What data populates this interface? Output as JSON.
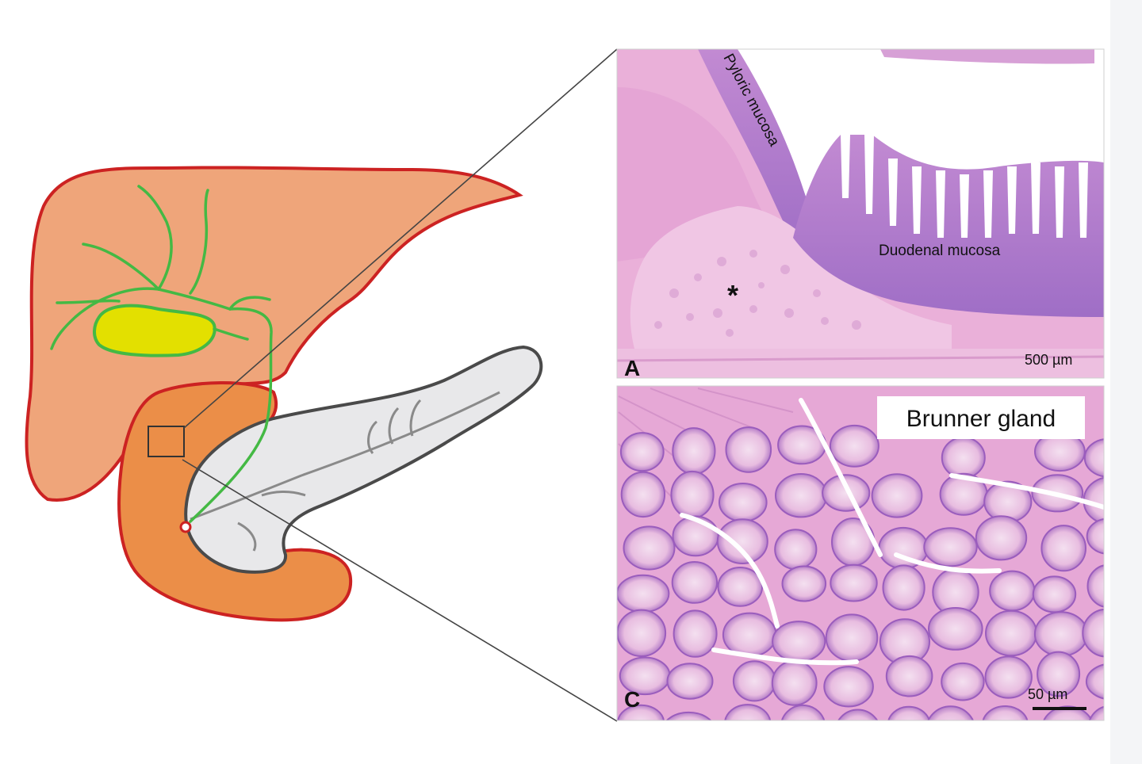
{
  "panel_a": {
    "label": "A",
    "pyloric_label": "Pyloric mucosa",
    "duodenal_label": "Duodenal mucosa",
    "asterisk": "*",
    "scale_text": "500 µm"
  },
  "panel_c": {
    "label": "C",
    "title": "Brunner gland",
    "scale_text": "50 µm"
  },
  "colors": {
    "liver_fill": "#efa57a",
    "liver_outline": "#cc2222",
    "gallbladder": "#e3e000",
    "bile_ducts": "#44b944",
    "duodenum_fill": "#eb8e48",
    "pancreas_fill": "#e8e8ea",
    "pancreas_outline": "#4a4a4a",
    "histology_pink": "#e9a9d9",
    "histology_purple": "#b07ccc"
  }
}
